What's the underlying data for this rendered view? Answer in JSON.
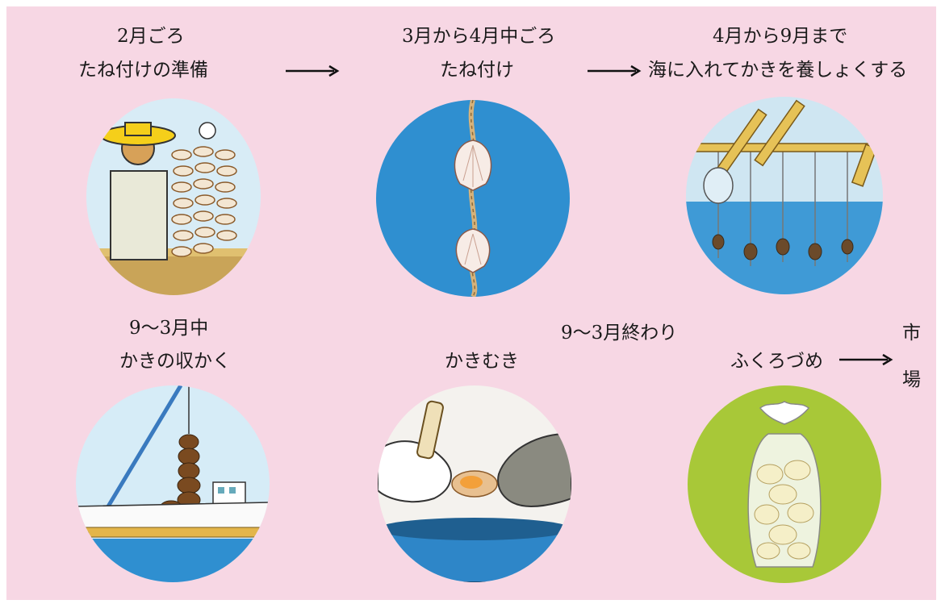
{
  "steps": [
    {
      "period": "2月ごろ",
      "activity": "たね付けの準備",
      "illustration": "worker-holding-shell-strings"
    },
    {
      "period": "3月から4月中ごろ",
      "activity": "たね付け",
      "illustration": "scallop-shells-on-rope"
    },
    {
      "period": "4月から9月まで",
      "activity": "海に入れてかきを養しょくする",
      "illustration": "oyster-raft-in-sea"
    },
    {
      "period": "9～3月中",
      "activity": "かきの収かく",
      "illustration": "harvest-boat-with-crane"
    },
    {
      "period": "9～3月終わり",
      "activity": "かきむき",
      "illustration": "hands-shucking-oyster"
    },
    {
      "period": "",
      "activity": "ふくろづめ",
      "illustration": "oysters-in-plastic-bag"
    }
  ],
  "destination": {
    "char1": "市",
    "char2": "場"
  },
  "colors": {
    "background": "#f7d7e4",
    "sea_blue": "#2f8fd0",
    "bag_green": "#a8c838"
  }
}
